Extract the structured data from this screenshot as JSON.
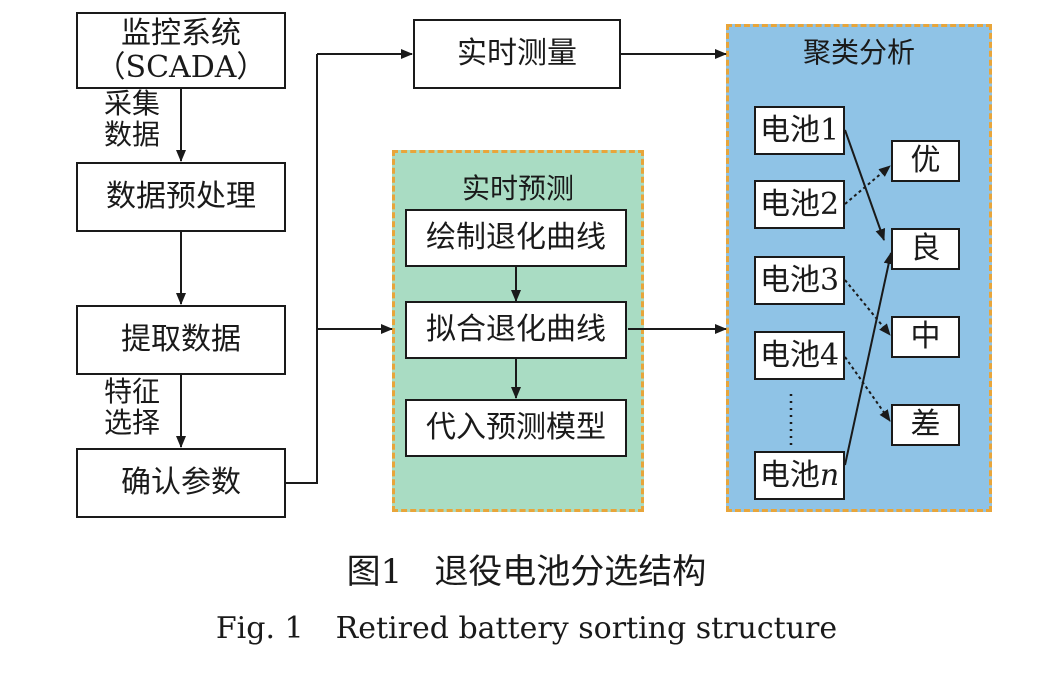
{
  "left_column": {
    "scada_line1": "监控系统",
    "scada_line2": "（SCADA）",
    "collect_label_line1": "采集",
    "collect_label_line2": "数据",
    "preprocess": "数据预处理",
    "extract": "提取数据",
    "feature_label_line1": "特征",
    "feature_label_line2": "选择",
    "confirm": "确认参数"
  },
  "realtime_measure": "实时测量",
  "prediction_panel": {
    "title": "实时预测",
    "steps": [
      "绘制退化曲线",
      "拟合退化曲线",
      "代入预测模型"
    ]
  },
  "cluster_panel": {
    "title": "聚类分析",
    "batteries": [
      "电池1",
      "电池2",
      "电池3",
      "电池4"
    ],
    "battery_n_prefix": "电池",
    "battery_n_suffix": "n",
    "grades": [
      "优",
      "良",
      "中",
      "差"
    ]
  },
  "caption": {
    "zh_label": "图1",
    "zh_text": "退役电池分选结构",
    "en_label": "Fig. 1",
    "en_text": "Retired battery sorting structure"
  },
  "colors": {
    "prediction_panel_bg": "#a9dcc3",
    "cluster_panel_bg": "#8fc3e6",
    "panel_border": "#e8a53a"
  }
}
